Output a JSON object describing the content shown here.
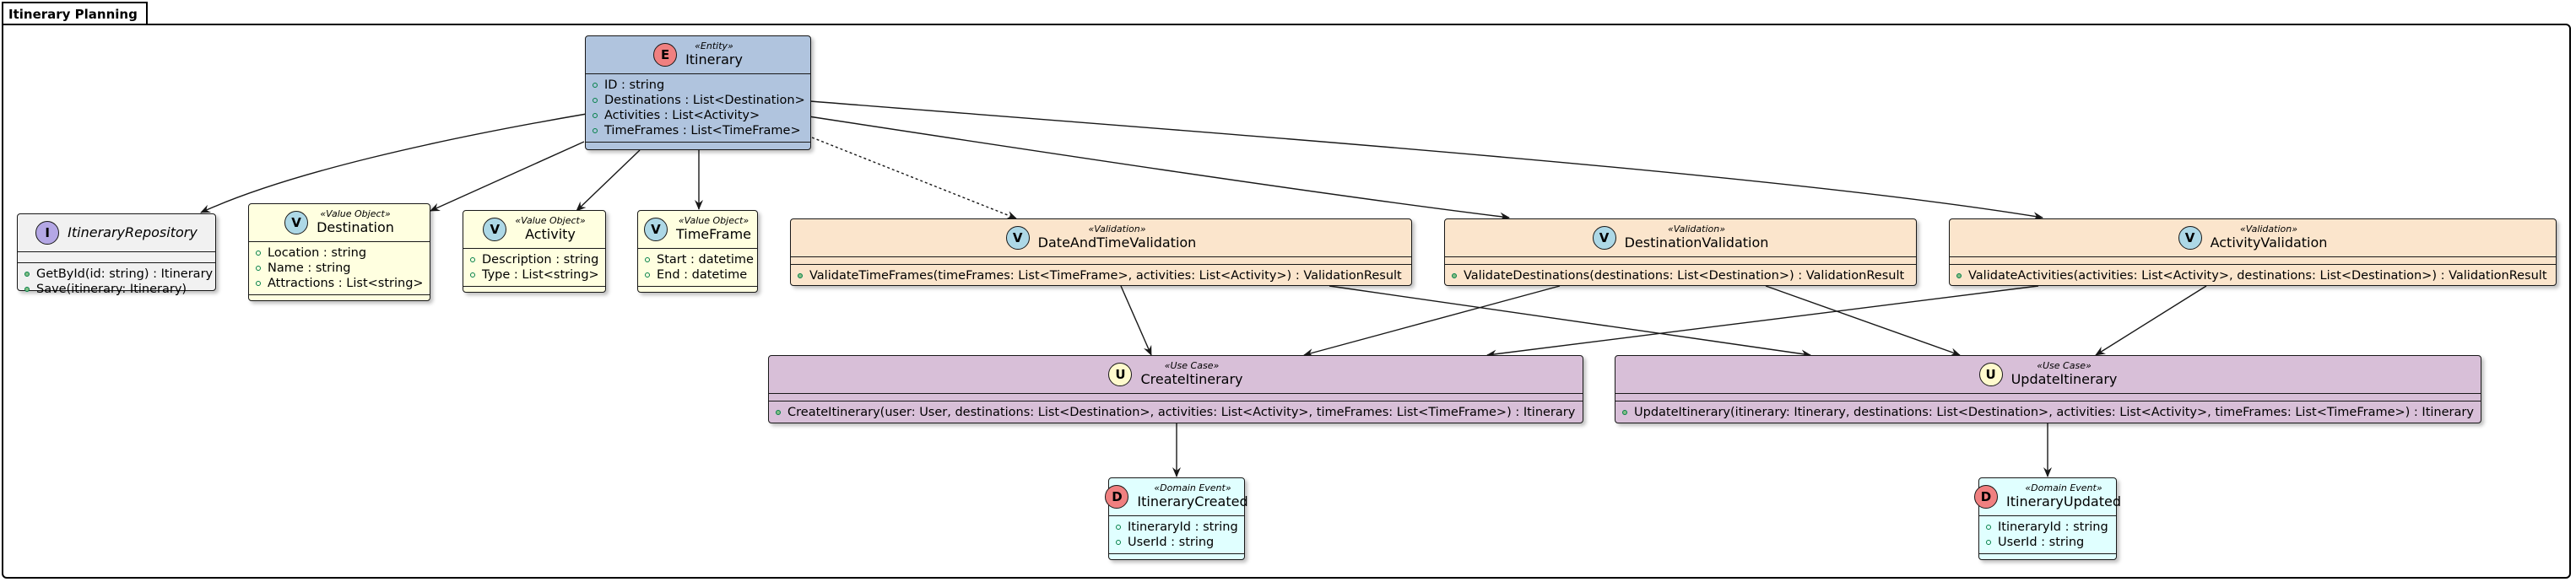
{
  "package": {
    "title": "Itinerary Planning"
  },
  "colors": {
    "entity": "#b0c4de",
    "value_object": "#ffffe0",
    "interface": "#f1f1f1",
    "validation": "#fbe5cc",
    "use_case": "#d8bfd8",
    "domain_event": "#e0ffff",
    "circle_E": "#f08080",
    "circle_V": "#add8e6",
    "circle_I": "#b4a7e5",
    "circle_U": "#fffacd",
    "circle_D": "#f08080"
  },
  "nodes": {
    "itinerary": {
      "stereotype": "«Entity»",
      "name": "Itinerary",
      "icon": "E",
      "fields": [
        "ID : string",
        "Destinations : List<Destination>",
        "Activities : List<Activity>",
        "TimeFrames : List<TimeFrame>"
      ],
      "methods": []
    },
    "repo": {
      "stereotype": "",
      "name": "ItineraryRepository",
      "icon": "I",
      "fields": [],
      "methods": [
        "GetById(id: string) : Itinerary",
        "Save(itinerary: Itinerary)"
      ]
    },
    "destination": {
      "stereotype": "«Value Object»",
      "name": "Destination",
      "icon": "V",
      "fields": [
        "Location : string",
        "Name : string",
        "Attractions : List<string>"
      ],
      "methods": []
    },
    "activity": {
      "stereotype": "«Value Object»",
      "name": "Activity",
      "icon": "V",
      "fields": [
        "Description : string",
        "Type : List<string>"
      ],
      "methods": []
    },
    "timeframe": {
      "stereotype": "«Value Object»",
      "name": "TimeFrame",
      "icon": "V",
      "fields": [
        "Start : datetime",
        "End : datetime"
      ],
      "methods": []
    },
    "dateval": {
      "stereotype": "«Validation»",
      "name": "DateAndTimeValidation",
      "icon": "V",
      "fields": [],
      "methods": [
        "ValidateTimeFrames(timeFrames: List<TimeFrame>, activities: List<Activity>) : ValidationResult"
      ]
    },
    "destval": {
      "stereotype": "«Validation»",
      "name": "DestinationValidation",
      "icon": "V",
      "fields": [],
      "methods": [
        "ValidateDestinations(destinations: List<Destination>) : ValidationResult"
      ]
    },
    "actval": {
      "stereotype": "«Validation»",
      "name": "ActivityValidation",
      "icon": "V",
      "fields": [],
      "methods": [
        "ValidateActivities(activities: List<Activity>, destinations: List<Destination>) : ValidationResult"
      ]
    },
    "create": {
      "stereotype": "«Use Case»",
      "name": "CreateItinerary",
      "icon": "U",
      "fields": [],
      "methods": [
        "CreateItinerary(user: User, destinations: List<Destination>, activities: List<Activity>, timeFrames: List<TimeFrame>) : Itinerary"
      ]
    },
    "update": {
      "stereotype": "«Use Case»",
      "name": "UpdateItinerary",
      "icon": "U",
      "fields": [],
      "methods": [
        "UpdateItinerary(itinerary: Itinerary, destinations: List<Destination>, activities: List<Activity>, timeFrames: List<TimeFrame>) : Itinerary"
      ]
    },
    "created": {
      "stereotype": "«Domain Event»",
      "name": "ItineraryCreated",
      "icon": "D",
      "fields": [
        "ItineraryId : string",
        "UserId : string"
      ],
      "methods": []
    },
    "updated": {
      "stereotype": "«Domain Event»",
      "name": "ItineraryUpdated",
      "icon": "D",
      "fields": [
        "ItineraryId : string",
        "UserId : string"
      ],
      "methods": []
    }
  }
}
